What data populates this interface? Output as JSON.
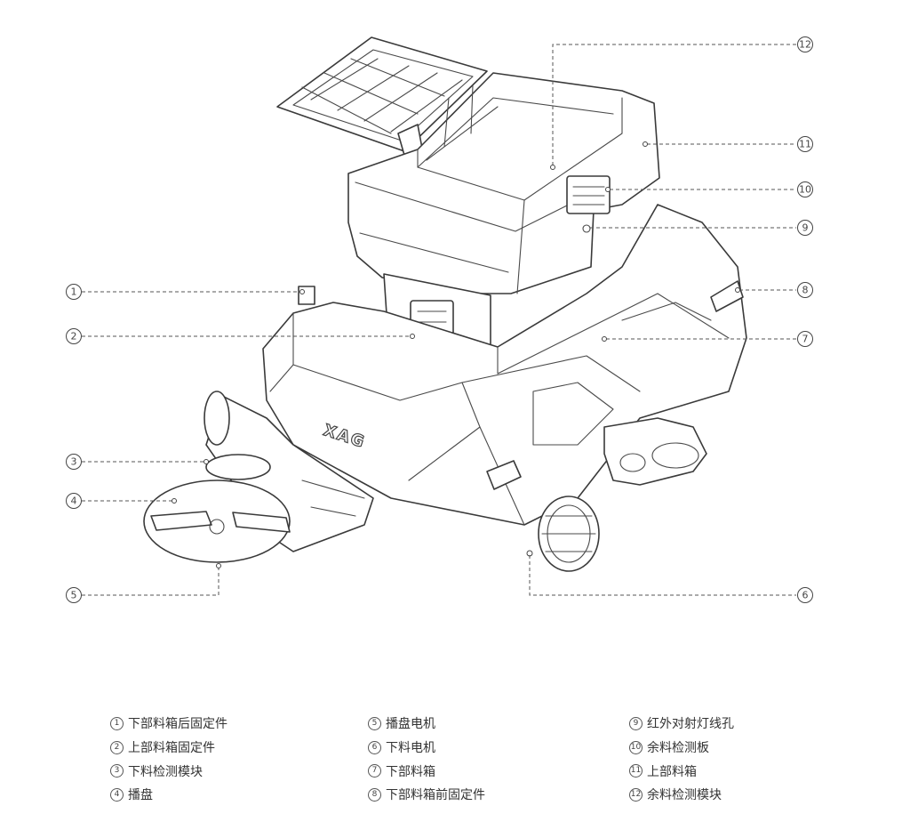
{
  "callouts": [
    {
      "num": "1",
      "label": "下部料箱后固定件"
    },
    {
      "num": "2",
      "label": "上部料箱固定件"
    },
    {
      "num": "3",
      "label": "下料检测模块"
    },
    {
      "num": "4",
      "label": "播盘"
    },
    {
      "num": "5",
      "label": "播盘电机"
    },
    {
      "num": "6",
      "label": "下料电机"
    },
    {
      "num": "7",
      "label": "下部料箱"
    },
    {
      "num": "8",
      "label": "下部料箱前固定件"
    },
    {
      "num": "9",
      "label": "红外对射灯线孔"
    },
    {
      "num": "10",
      "label": "余料检测板"
    },
    {
      "num": "11",
      "label": "上部料箱"
    },
    {
      "num": "12",
      "label": "余料检测模块"
    }
  ],
  "logo_text": "XAG"
}
